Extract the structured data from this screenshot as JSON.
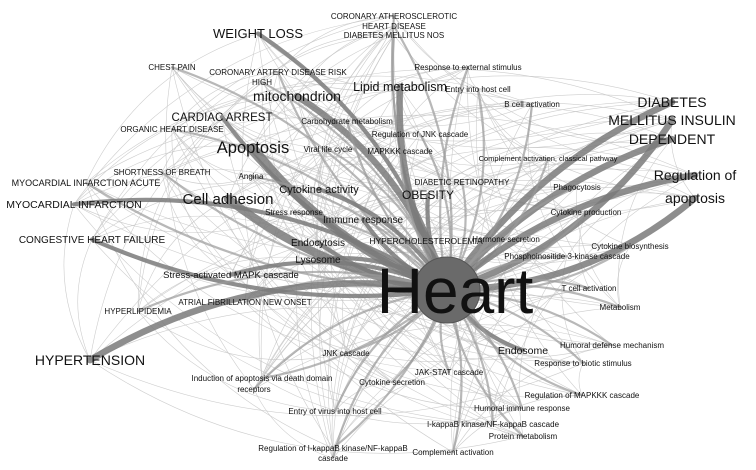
{
  "hub": "Heart",
  "colors": {
    "hub": "#6a6a6a",
    "edge_dark": "#7a7a7a",
    "edge_light": "#c4c4c4",
    "text": "#111111"
  },
  "nodes": [
    {
      "id": "n1",
      "label": "WEIGHT LOSS",
      "weight": 1
    },
    {
      "id": "n2",
      "label": "CORONARY ATHEROSCLEROTIC",
      "weight": 0
    },
    {
      "id": "n3",
      "label": "HEART DISEASE",
      "weight": 0
    },
    {
      "id": "n4",
      "label": "DIABETES MELLITUS NOS",
      "weight": 0
    },
    {
      "id": "n5",
      "label": "CHEST PAIN",
      "weight": 0
    },
    {
      "id": "n6",
      "label": "CORONARY ARTERY DISEASE RISK",
      "weight": 0
    },
    {
      "id": "n7",
      "label": "HIGH",
      "weight": 0
    },
    {
      "id": "n8",
      "label": "Response to external stimulus",
      "weight": 0
    },
    {
      "id": "n9",
      "label": "Entry into host cell",
      "weight": 0
    },
    {
      "id": "n10",
      "label": "Lipid metabolism",
      "weight": 2
    },
    {
      "id": "n11",
      "label": "mitochondrion",
      "weight": 2
    },
    {
      "id": "n12",
      "label": "DIABETES",
      "weight": 2
    },
    {
      "id": "n13",
      "label": "MELLITUS INSULIN",
      "weight": 2
    },
    {
      "id": "n14",
      "label": "DEPENDENT",
      "weight": 2
    },
    {
      "id": "n15",
      "label": "B cell activation",
      "weight": 0
    },
    {
      "id": "n16",
      "label": "CARDIAC ARREST",
      "weight": 1
    },
    {
      "id": "n17",
      "label": "ORGANIC HEART DISEASE",
      "weight": 0
    },
    {
      "id": "n18",
      "label": "Carbohydrate metabolism",
      "weight": 0
    },
    {
      "id": "n19",
      "label": "Regulation of JNK cascade",
      "weight": 0
    },
    {
      "id": "n20",
      "label": "Apoptosis",
      "weight": 3
    },
    {
      "id": "n21",
      "label": "Viral life cycle",
      "weight": 0
    },
    {
      "id": "n22",
      "label": "MAPKKK cascade",
      "weight": 0
    },
    {
      "id": "n23",
      "label": "Complement activation, classical pathway",
      "weight": 0
    },
    {
      "id": "n24",
      "label": "Regulation of",
      "weight": 2
    },
    {
      "id": "n25",
      "label": "apoptosis",
      "weight": 2
    },
    {
      "id": "n26",
      "label": "SHORTNESS OF BREATH",
      "weight": 0
    },
    {
      "id": "n27",
      "label": "Angina",
      "weight": 0
    },
    {
      "id": "n28",
      "label": "MYOCARDIAL INFARCTION ACUTE",
      "weight": 0
    },
    {
      "id": "n29",
      "label": "Cytokine activity",
      "weight": 1
    },
    {
      "id": "n30",
      "label": "OBESITY",
      "weight": 1
    },
    {
      "id": "n31",
      "label": "DIABETIC RETINOPATHY",
      "weight": 0
    },
    {
      "id": "n32",
      "label": "Phagocytosis",
      "weight": 0
    },
    {
      "id": "n33",
      "label": "MYOCARDIAL INFARCTION",
      "weight": 1
    },
    {
      "id": "n34",
      "label": "Cell adhesion",
      "weight": 3
    },
    {
      "id": "n35",
      "label": "Stress response",
      "weight": 0
    },
    {
      "id": "n36",
      "label": "Immune response",
      "weight": 1
    },
    {
      "id": "n37",
      "label": "Cytokine production",
      "weight": 0
    },
    {
      "id": "n38",
      "label": "Endocytosis",
      "weight": 1
    },
    {
      "id": "n39",
      "label": "HYPERCHOLESTEROLEMIA",
      "weight": 0
    },
    {
      "id": "n40",
      "label": "Hormone secretion",
      "weight": 0
    },
    {
      "id": "n41",
      "label": "Cytokine biosynthesis",
      "weight": 0
    },
    {
      "id": "n42",
      "label": "CONGESTIVE HEART FAILURE",
      "weight": 1
    },
    {
      "id": "n43",
      "label": "Lysosome",
      "weight": 1
    },
    {
      "id": "n44",
      "label": "Phosphoinositide 3-kinase cascade",
      "weight": 0
    },
    {
      "id": "n45",
      "label": "Stress-activated MAPK cascade",
      "weight": 1
    },
    {
      "id": "n46",
      "label": "T cell activation",
      "weight": 0
    },
    {
      "id": "n47",
      "label": "ATRIAL FIBRILLATION NEW ONSET",
      "weight": 0
    },
    {
      "id": "n48",
      "label": "Metabolism",
      "weight": 0
    },
    {
      "id": "n49",
      "label": "HYPERLIPIDEMIA",
      "weight": 0
    },
    {
      "id": "n50",
      "label": "Humoral defense mechanism",
      "weight": 0
    },
    {
      "id": "n51",
      "label": "Endosome",
      "weight": 1
    },
    {
      "id": "n52",
      "label": "JNK cascade",
      "weight": 0
    },
    {
      "id": "n53",
      "label": "HYPERTENSION",
      "weight": 2
    },
    {
      "id": "n54",
      "label": "Response to biotic stimulus",
      "weight": 0
    },
    {
      "id": "n55",
      "label": "JAK-STAT cascade",
      "weight": 0
    },
    {
      "id": "n56",
      "label": "Induction of apoptosis via death domain",
      "weight": 0
    },
    {
      "id": "n57",
      "label": "receptors",
      "weight": 0
    },
    {
      "id": "n58",
      "label": "Cytokine secretion",
      "weight": 0
    },
    {
      "id": "n59",
      "label": "Regulation of MAPKKK cascade",
      "weight": 0
    },
    {
      "id": "n60",
      "label": "Humoral immune response",
      "weight": 0
    },
    {
      "id": "n61",
      "label": "Entry of virus into host cell",
      "weight": 0
    },
    {
      "id": "n62",
      "label": "I-kappaB kinase/NF-kappaB cascade",
      "weight": 0
    },
    {
      "id": "n63",
      "label": "Protein metabolism",
      "weight": 0
    },
    {
      "id": "n64",
      "label": "Regulation of I-kappaB kinase/NF-kappaB",
      "weight": 0
    },
    {
      "id": "n65",
      "label": "cascade",
      "weight": 0
    },
    {
      "id": "n66",
      "label": "Complement activation",
      "weight": 0
    }
  ]
}
